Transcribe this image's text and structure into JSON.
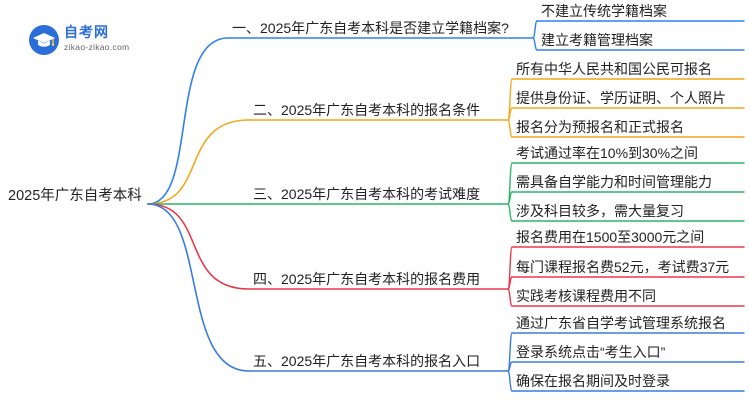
{
  "logo": {
    "name": "自考网",
    "url": "zikao-zikao.com"
  },
  "root": "2025年广东自考本科",
  "colors": [
    "#2f80ed",
    "#f2a81d",
    "#2cb66a",
    "#e8394c",
    "#3a7be0"
  ],
  "branches": [
    {
      "label": "一、2025年广东自考本科是否建立学籍档案?",
      "children": [
        "不建立传统学籍档案",
        "建立考籍管理档案"
      ]
    },
    {
      "label": "二、2025年广东自考本科的报名条件",
      "children": [
        "所有中华人民共和国公民可报名",
        "提供身份证、学历证明、个人照片",
        "报名分为预报名和正式报名"
      ]
    },
    {
      "label": "三、2025年广东自考本科的考试难度",
      "children": [
        "考试通过率在10%到30%之间",
        "需具备自学能力和时间管理能力",
        "涉及科目较多，需大量复习"
      ]
    },
    {
      "label": "四、2025年广东自考本科的报名费用",
      "children": [
        "报名费用在1500至3000元之间",
        "每门课程报名费52元，考试费37元",
        "实践考核课程费用不同"
      ]
    },
    {
      "label": "五、2025年广东自考本科的报名入口",
      "children": [
        "通过广东省自学考试管理系统报名",
        "登录系统点击“考生入口”",
        "确保在报名期间及时登录"
      ]
    }
  ]
}
